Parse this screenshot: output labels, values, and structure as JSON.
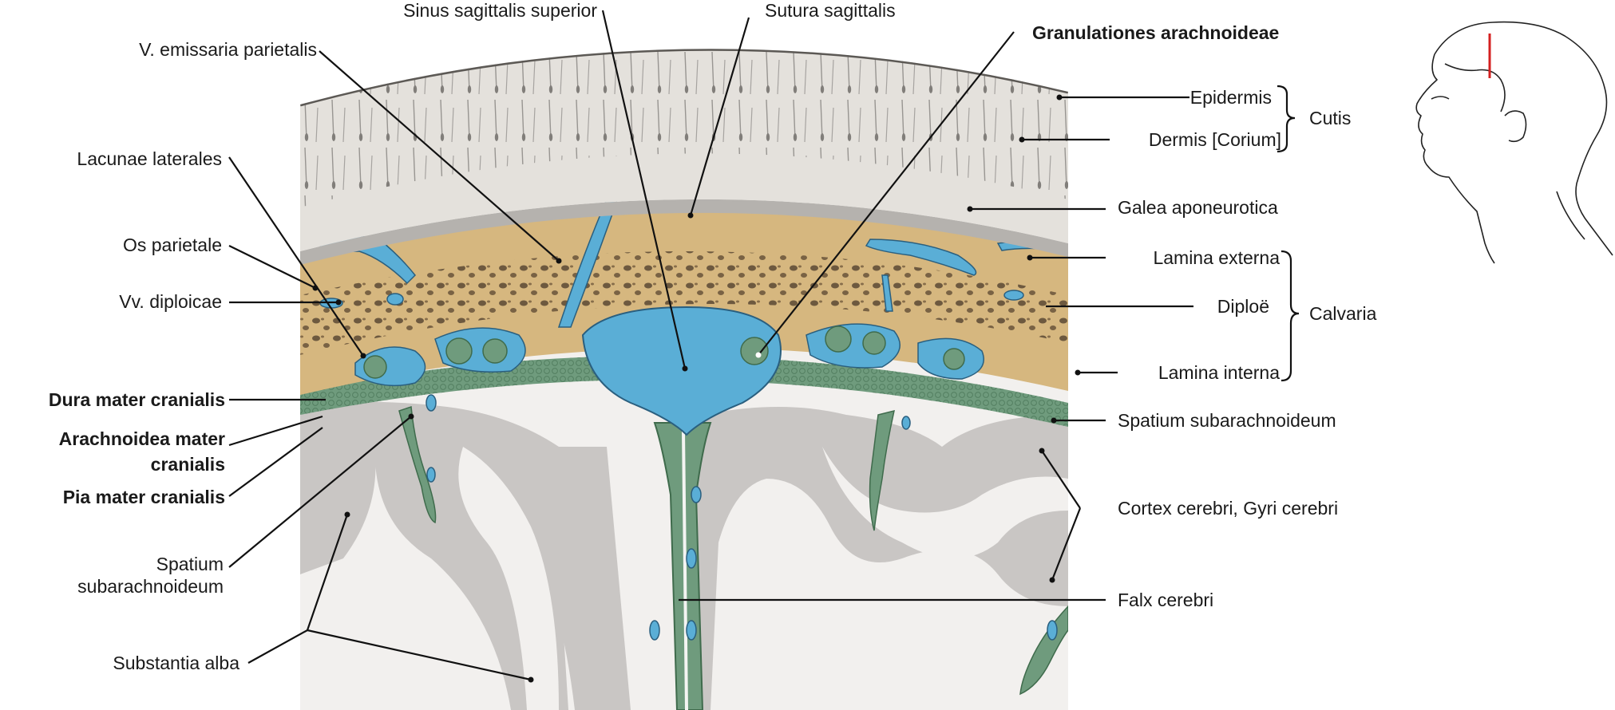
{
  "labels_left": {
    "v_emissaria": "V. emissaria parietalis",
    "lacunae": "Lacunae laterales",
    "os_parietale": "Os parietale",
    "vv_diploicae": "Vv. diploicae",
    "dura": "Dura mater cranialis",
    "arachnoidea_1": "Arachnoidea mater",
    "arachnoidea_2": "cranialis",
    "pia": "Pia mater cranialis",
    "spatium_sub_1": "Spatium",
    "spatium_sub_2": "subarachnoideum",
    "substantia_alba": "Substantia alba"
  },
  "labels_top": {
    "sinus": "Sinus sagittalis superior",
    "sutura": "Sutura sagittalis",
    "granulationes": "Granulationes arachnoideae"
  },
  "labels_right": {
    "epidermis": "Epidermis",
    "dermis": "Dermis [Corium]",
    "cutis": "Cutis",
    "galea": "Galea aponeurotica",
    "lamina_externa": "Lamina externa",
    "diploe": "Diploë",
    "calvaria": "Calvaria",
    "lamina_interna": "Lamina interna",
    "spatium_subarachnoideum": "Spatium subarachnoideum",
    "cortex": "Cortex cerebri, Gyri cerebri",
    "falx": "Falx cerebri"
  },
  "colors": {
    "skin": "#e4e1dc",
    "bone": "#d6b77f",
    "vessel_blue": "#5aaed6",
    "meninges_green": "#6f9b7d",
    "grey_matter": "#c9c6c4",
    "white_matter": "#f2f0ee",
    "orientation_mark": "#d42020"
  }
}
